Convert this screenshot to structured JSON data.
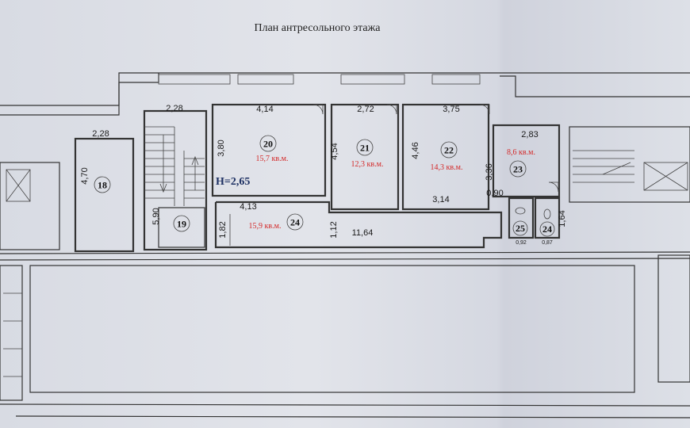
{
  "title": "План антресольного этажа",
  "height_label": "H=2,65",
  "rooms": [
    {
      "id": "18",
      "area": ""
    },
    {
      "id": "19",
      "area": ""
    },
    {
      "id": "20",
      "area": "15,7 кв.м."
    },
    {
      "id": "21",
      "area": "12,3 кв.м."
    },
    {
      "id": "22",
      "area": "14,3 кв.м."
    },
    {
      "id": "23",
      "area": "8,6 кв.м."
    },
    {
      "id": "24",
      "area": "15,9 кв.м."
    },
    {
      "id": "25",
      "area": ""
    },
    {
      "id": "24",
      "area": ""
    }
  ],
  "dimensions": {
    "stair_width": "2,28",
    "room18_width": "2,28",
    "room18_length": "4,70",
    "room19_length": "5,90",
    "room20_width": "4,14",
    "room20_length": "3,80",
    "room21_width": "2,72",
    "room21_length": "4,54",
    "room22_width": "3,75",
    "room22_length": "4,46",
    "room22_lower": "3,14",
    "room23_width": "2,83",
    "room23_length": "3,36",
    "room23_door": "0,90",
    "corridor_width": "4,13",
    "corridor_short": "1,82",
    "corridor_length": "11,64",
    "corridor_step": "1,12",
    "wc_length": "1,64",
    "wc25_width": "0,92",
    "wc24_width": "0,87"
  }
}
